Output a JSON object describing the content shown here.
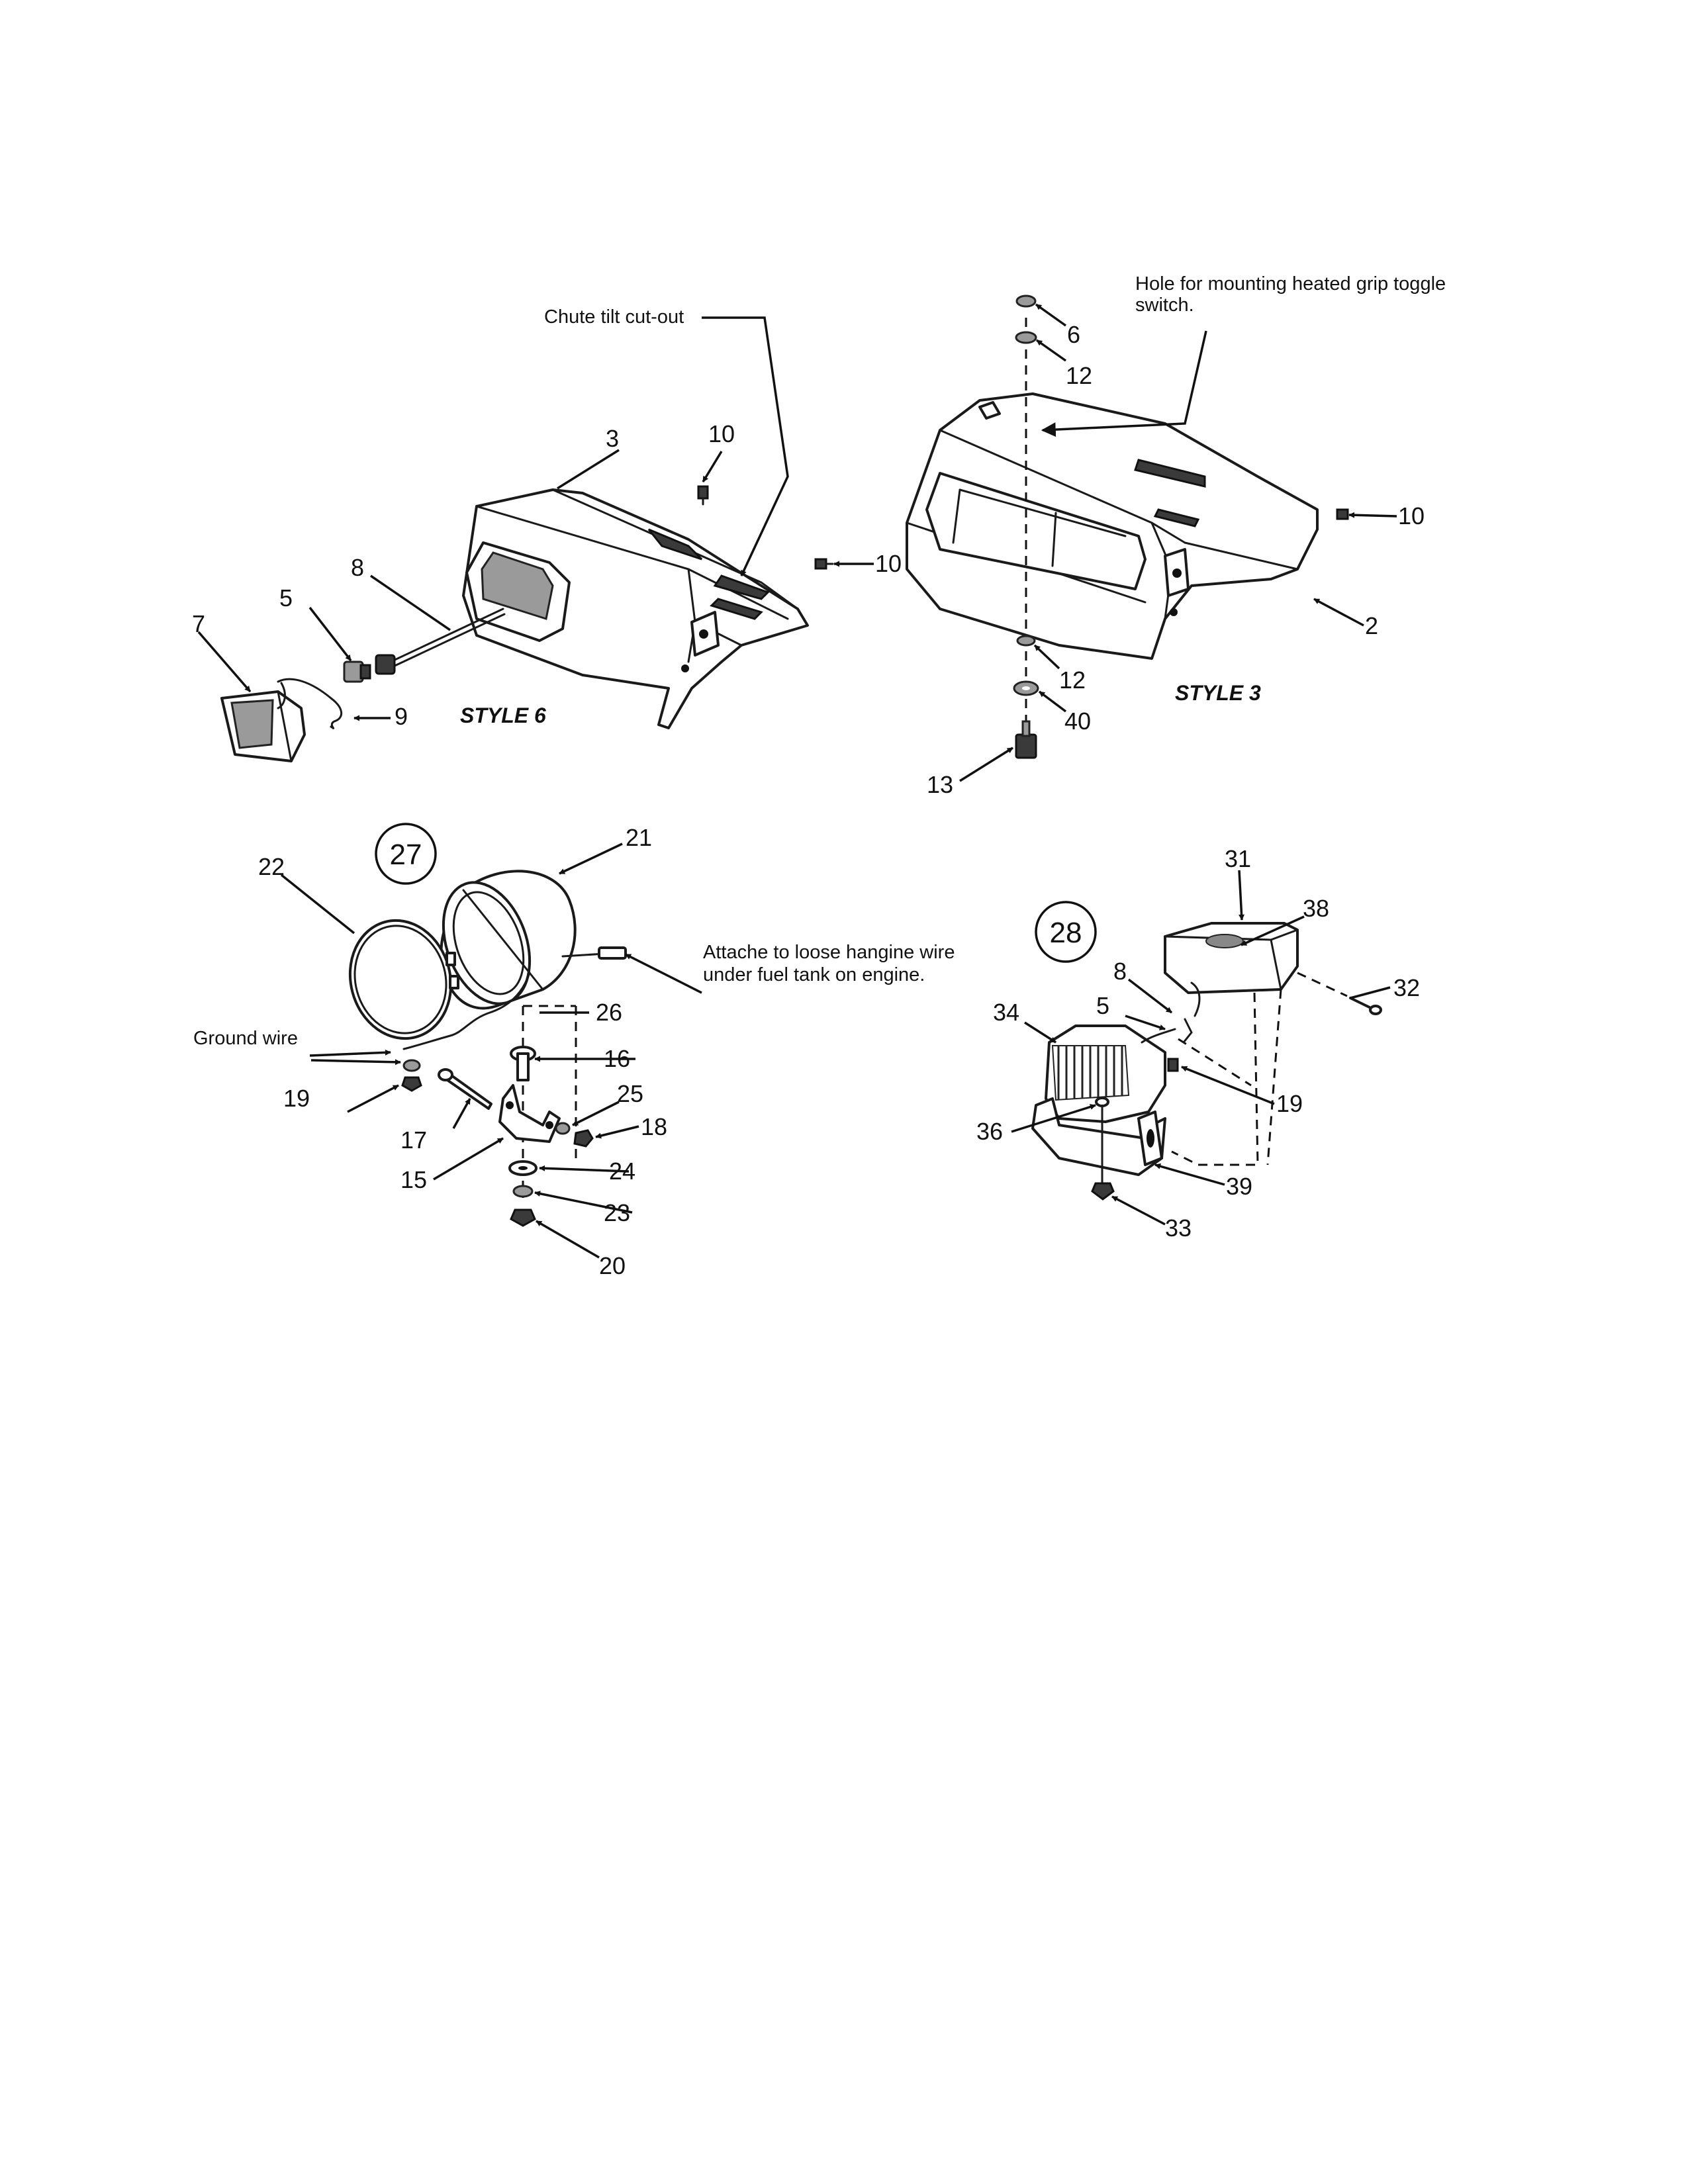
{
  "notes": {
    "chute_tilt": "Chute tilt cut-out",
    "hole_line1": "Hole for mounting heated grip toggle",
    "hole_line2": "switch.",
    "attach_line1": "Attache to loose hangine wire",
    "attach_line2": "under fuel tank on engine.",
    "ground_wire": "Ground wire"
  },
  "style_labels": {
    "style6": "STYLE 6",
    "style3": "STYLE 3"
  },
  "callouts": {
    "c27": "27",
    "c28": "28"
  },
  "labels": {
    "p3": "3",
    "p10a": "10",
    "p10b": "10",
    "p8a": "8",
    "p5a": "5",
    "p7": "7",
    "p9": "9",
    "p6": "6",
    "p12a": "12",
    "p10c": "10",
    "p2": "2",
    "p12b": "12",
    "p40": "40",
    "p13": "13",
    "p22": "22",
    "p21": "21",
    "p26": "26",
    "p16": "16",
    "p19a": "19",
    "p17": "17",
    "p25": "25",
    "p18": "18",
    "p15": "15",
    "p24": "24",
    "p23": "23",
    "p20": "20",
    "p31": "31",
    "p38": "38",
    "p32": "32",
    "p8b": "8",
    "p34": "34",
    "p5b": "5",
    "p19b": "19",
    "p36": "36",
    "p39": "39",
    "p33": "33"
  }
}
